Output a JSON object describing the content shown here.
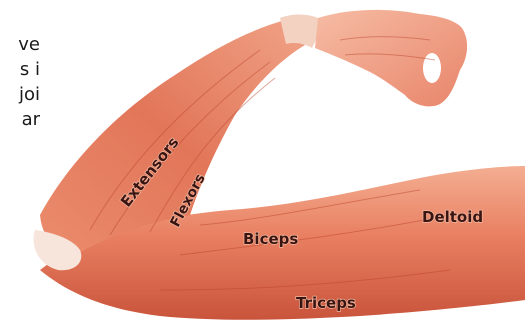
{
  "side_text": {
    "lines": [
      "ve",
      "s i",
      "joi",
      "ar"
    ]
  },
  "labels": {
    "extensors": "Extensors",
    "flexors": "Flexors",
    "biceps": "Biceps",
    "deltoid": "Deltoid",
    "triceps": "Triceps"
  },
  "colors": {
    "muscle_light": "#f2a487",
    "muscle_mid": "#e47a5a",
    "muscle_dark": "#b8412a",
    "tendon": "#f7e4da",
    "label_text": "#3a1410"
  }
}
